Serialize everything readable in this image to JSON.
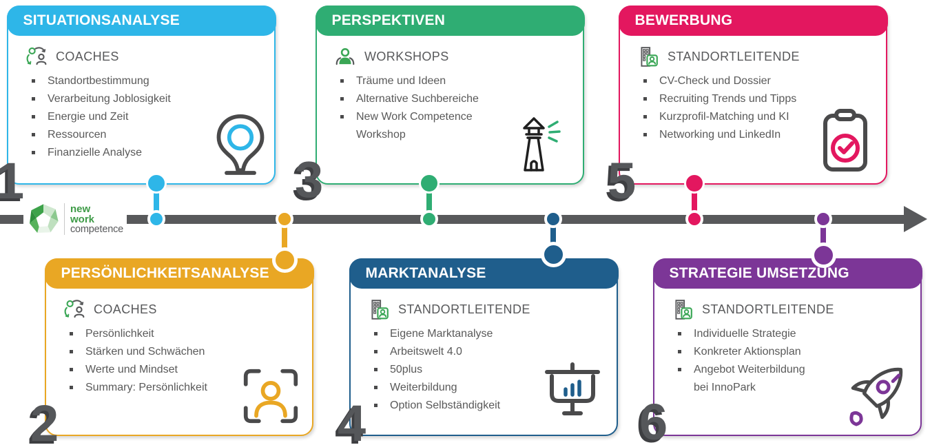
{
  "brand": {
    "name": "new work competence",
    "logo_lines": [
      "new",
      "work",
      "competence"
    ],
    "logo_green": "#3E9B47",
    "logo_gray": "#58595B"
  },
  "timeline": {
    "color": "#58595B",
    "direction": "left-to-right-arrow"
  },
  "colors": {
    "text_gray": "#595959",
    "number_gray": "#55575A",
    "icon_green_accent": "#3AA655"
  },
  "steps": [
    {
      "number": "1",
      "title": "SITUATIONSANALYSE",
      "color": "#2EB6E8",
      "audience": "COACHES",
      "audience_icon": "coaches-icon",
      "illustration": "location-pin-search-icon",
      "items": [
        "Standortbestimmung",
        "Verarbeitung Joblosigkeit",
        "Energie und Zeit",
        "Ressourcen",
        "Finanzielle Analyse"
      ]
    },
    {
      "number": "2",
      "title": "PERSÖNLICHKEITSANALYSE",
      "color": "#E9A724",
      "audience": "COACHES",
      "audience_icon": "coaches-icon",
      "illustration": "person-frame-icon",
      "items": [
        "Persönlichkeit",
        "Stärken und Schwächen",
        "Werte und Mindset",
        "Summary: Persönlichkeit"
      ]
    },
    {
      "number": "3",
      "title": "PERSPEKTIVEN",
      "color": "#2FAD73",
      "audience": "WORKSHOPS",
      "audience_icon": "workshops-icon",
      "illustration": "lighthouse-icon",
      "items": [
        "Träume und Ideen",
        "Alternative Suchbereiche",
        "New Work Competence Workshop"
      ]
    },
    {
      "number": "4",
      "title": "MARKTANALYSE",
      "color": "#1F5E8C",
      "audience": "STANDORTLEITENDE",
      "audience_icon": "standortleitende-icon",
      "illustration": "presentation-chart-icon",
      "items": [
        "Eigene Marktanalyse",
        "Arbeitswelt 4.0",
        "50plus",
        "Weiterbildung",
        "Option Selbständigkeit"
      ]
    },
    {
      "number": "5",
      "title": "BEWERBUNG",
      "color": "#E3175F",
      "audience": "STANDORTLEITENDE",
      "audience_icon": "standortleitende-icon",
      "illustration": "clipboard-check-icon",
      "items": [
        "CV-Check und Dossier",
        "Recruiting Trends und Tipps",
        "Kurzprofil-Matching und KI",
        "Networking und LinkedIn"
      ]
    },
    {
      "number": "6",
      "title": "STRATEGIE UMSETZUNG",
      "color": "#7C3697",
      "audience": "STANDORTLEITENDE",
      "audience_icon": "standortleitende-icon",
      "illustration": "rocket-icon",
      "items": [
        "Individuelle Strategie",
        "Konkreter Aktionsplan",
        "Angebot Weiterbildung bei InnoPark"
      ]
    }
  ]
}
